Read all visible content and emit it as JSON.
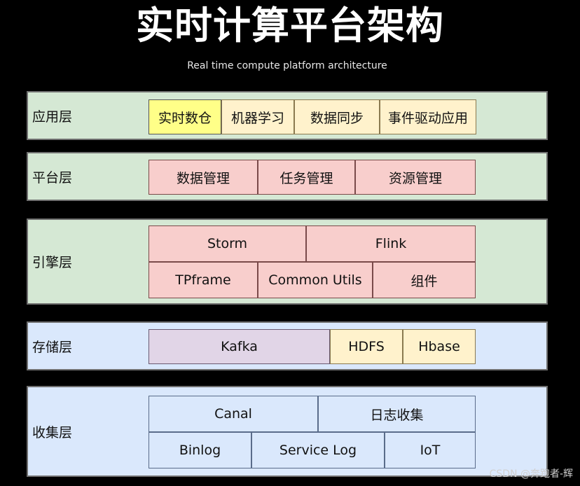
{
  "header": {
    "title": "实时计算平台架构",
    "subtitle": "Real time compute platform architecture"
  },
  "layers": {
    "application": {
      "label": "应用层",
      "items": [
        "实时数仓",
        "机器学习",
        "数据同步",
        "事件驱动应用"
      ]
    },
    "platform": {
      "label": "平台层",
      "items": [
        "数据管理",
        "任务管理",
        "资源管理"
      ]
    },
    "engine": {
      "label": "引擎层",
      "row1": [
        "Storm",
        "Flink"
      ],
      "row2": [
        "TPframe",
        "Common Utils",
        "组件"
      ]
    },
    "storage": {
      "label": "存储层",
      "items": [
        "Kafka",
        "HDFS",
        "Hbase"
      ]
    },
    "collection": {
      "label": "收集层",
      "row1": [
        "Canal",
        "日志收集"
      ],
      "row2": [
        "Binlog",
        "Service Log",
        "IoT"
      ]
    }
  },
  "watermark": "CSDN @奔跑者-辉",
  "colors": {
    "background": "#000000",
    "green_layer": "#d5e8d4",
    "blue_layer": "#dae8fc",
    "yellow": "#ffff88",
    "orange": "#fff2cc",
    "red": "#f8cecc",
    "purple": "#e1d5e7"
  }
}
